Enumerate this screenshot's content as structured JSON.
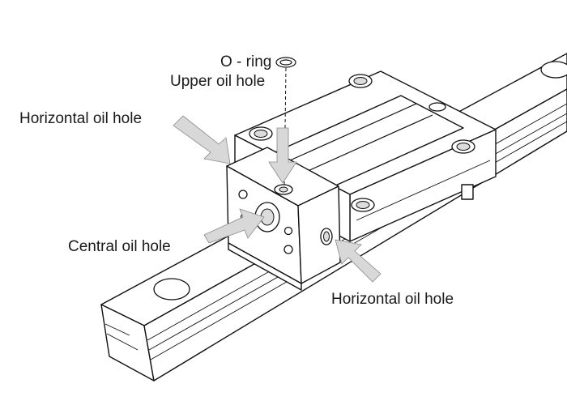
{
  "labels": {
    "o_ring": "O - ring",
    "upper_oil_hole": "Upper oil hole",
    "horizontal_oil_hole_top": "Horizontal oil hole",
    "central_oil_hole": "Central oil hole",
    "horizontal_oil_hole_bottom": "Horizontal oil hole"
  },
  "colors": {
    "line": "#111111",
    "arrow_fill": "#d8d8d8",
    "arrow_stroke": "#8a8a8a",
    "text": "#1a1a1a"
  }
}
